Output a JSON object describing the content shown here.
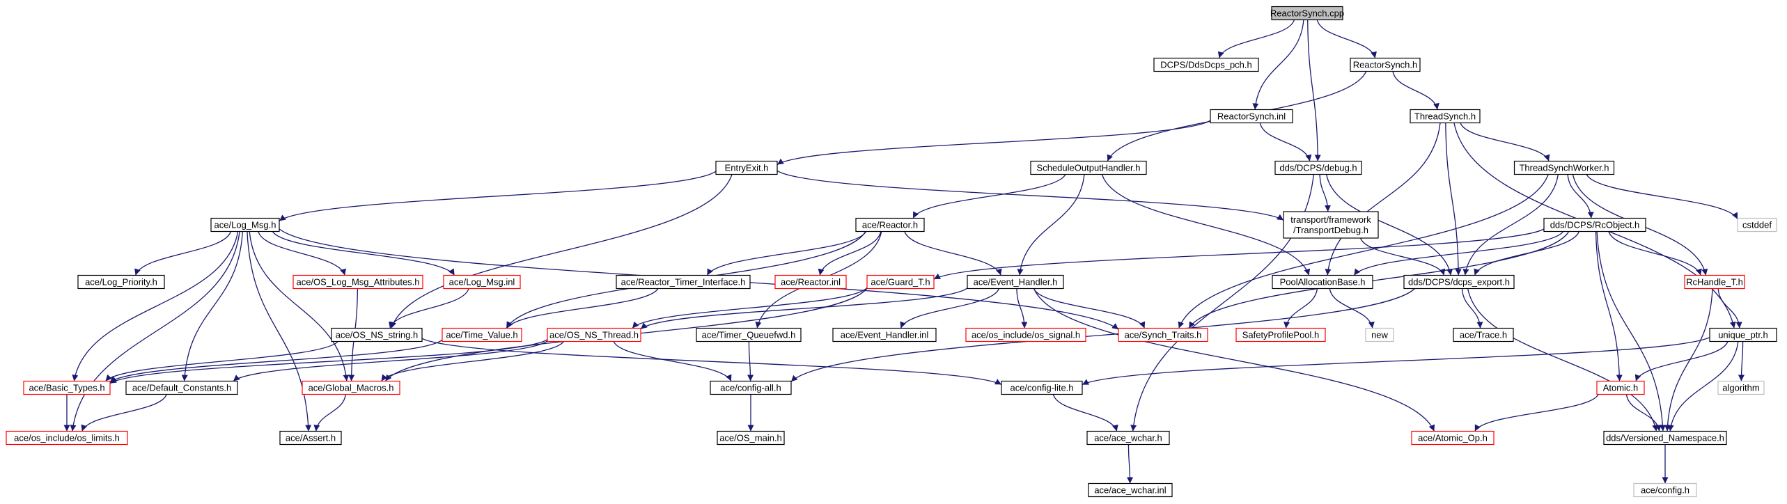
{
  "colors": {
    "edge": "#191970",
    "root_fill": "#bfbfbf",
    "documented_border": "#000000",
    "undocumented_border": "#ff0000",
    "external_border": "#bfbfbf",
    "external_text": "#7f7f7f"
  },
  "nodes": [
    {
      "id": "reactorsynch_cpp",
      "label": "ReactorSynch.cpp",
      "kind": "root"
    },
    {
      "id": "ddsdcps_pch",
      "label": "DCPS/DdsDcps_pch.h",
      "kind": "documented"
    },
    {
      "id": "reactorsynch_h",
      "label": "ReactorSynch.h",
      "kind": "documented"
    },
    {
      "id": "reactorsynch_inl",
      "label": "ReactorSynch.inl",
      "kind": "documented"
    },
    {
      "id": "threadsynch_h",
      "label": "ThreadSynch.h",
      "kind": "documented"
    },
    {
      "id": "entryexit_h",
      "label": "EntryExit.h",
      "kind": "documented"
    },
    {
      "id": "scheduleoutputhandler_h",
      "label": "ScheduleOutputHandler.h",
      "kind": "documented"
    },
    {
      "id": "debug_h",
      "label": "dds/DCPS/debug.h",
      "kind": "documented"
    },
    {
      "id": "threadsynchworker_h",
      "label": "ThreadSynchWorker.h",
      "kind": "documented"
    },
    {
      "id": "log_msg_h",
      "label": "ace/Log_Msg.h",
      "kind": "documented"
    },
    {
      "id": "reactor_h",
      "label": "ace/Reactor.h",
      "kind": "documented"
    },
    {
      "id": "transportdebug_h",
      "label": [
        "transport/framework",
        "/TransportDebug.h"
      ],
      "kind": "documented"
    },
    {
      "id": "rcobject_h",
      "label": "dds/DCPS/RcObject.h",
      "kind": "documented"
    },
    {
      "id": "cstddef",
      "label": "cstddef",
      "kind": "external"
    },
    {
      "id": "log_priority_h",
      "label": "ace/Log_Priority.h",
      "kind": "documented"
    },
    {
      "id": "os_log_msg_attributes_h",
      "label": "ace/OS_Log_Msg_Attributes.h",
      "kind": "undocumented"
    },
    {
      "id": "log_msg_inl",
      "label": "ace/Log_Msg.inl",
      "kind": "undocumented"
    },
    {
      "id": "reactor_timer_interface_h",
      "label": "ace/Reactor_Timer_Interface.h",
      "kind": "documented"
    },
    {
      "id": "reactor_inl",
      "label": "ace/Reactor.inl",
      "kind": "undocumented"
    },
    {
      "id": "guard_t_h",
      "label": "ace/Guard_T.h",
      "kind": "undocumented"
    },
    {
      "id": "event_handler_h",
      "label": "ace/Event_Handler.h",
      "kind": "documented"
    },
    {
      "id": "poolallocationbase_h",
      "label": "PoolAllocationBase.h",
      "kind": "documented"
    },
    {
      "id": "dcps_export_h",
      "label": "dds/DCPS/dcps_export.h",
      "kind": "documented"
    },
    {
      "id": "rchandle_t_h",
      "label": "RcHandle_T.h",
      "kind": "undocumented"
    },
    {
      "id": "os_ns_string_h",
      "label": "ace/OS_NS_string.h",
      "kind": "documented"
    },
    {
      "id": "time_value_h",
      "label": "ace/Time_Value.h",
      "kind": "undocumented"
    },
    {
      "id": "os_ns_thread_h",
      "label": "ace/OS_NS_Thread.h",
      "kind": "undocumented"
    },
    {
      "id": "timer_queuefwd_h",
      "label": "ace/Timer_Queuefwd.h",
      "kind": "documented"
    },
    {
      "id": "event_handler_inl",
      "label": "ace/Event_Handler.inl",
      "kind": "documented"
    },
    {
      "id": "os_signal_h",
      "label": "ace/os_include/os_signal.h",
      "kind": "undocumented"
    },
    {
      "id": "synch_traits_h",
      "label": "ace/Synch_Traits.h",
      "kind": "undocumented"
    },
    {
      "id": "safetyprofilepool_h",
      "label": "SafetyProfilePool.h",
      "kind": "undocumented"
    },
    {
      "id": "new",
      "label": "new",
      "kind": "external"
    },
    {
      "id": "trace_h",
      "label": "ace/Trace.h",
      "kind": "documented"
    },
    {
      "id": "unique_ptr_h",
      "label": "unique_ptr.h",
      "kind": "documented"
    },
    {
      "id": "basic_types_h",
      "label": "ace/Basic_Types.h",
      "kind": "undocumented"
    },
    {
      "id": "default_constants_h",
      "label": "ace/Default_Constants.h",
      "kind": "documented"
    },
    {
      "id": "global_macros_h",
      "label": "ace/Global_Macros.h",
      "kind": "undocumented"
    },
    {
      "id": "config_all_h",
      "label": "ace/config-all.h",
      "kind": "documented"
    },
    {
      "id": "config_lite_h",
      "label": "ace/config-lite.h",
      "kind": "documented"
    },
    {
      "id": "atomic_h",
      "label": "Atomic.h",
      "kind": "undocumented"
    },
    {
      "id": "algorithm",
      "label": "algorithm",
      "kind": "external"
    },
    {
      "id": "os_limits_h",
      "label": "ace/os_include/os_limits.h",
      "kind": "undocumented"
    },
    {
      "id": "assert_h",
      "label": "ace/Assert.h",
      "kind": "documented"
    },
    {
      "id": "os_main_h",
      "label": "ace/OS_main.h",
      "kind": "documented"
    },
    {
      "id": "ace_wchar_h",
      "label": "ace/ace_wchar.h",
      "kind": "documented"
    },
    {
      "id": "atomic_op_h",
      "label": "ace/Atomic_Op.h",
      "kind": "undocumented"
    },
    {
      "id": "versioned_namespace_h",
      "label": "dds/Versioned_Namespace.h",
      "kind": "documented"
    },
    {
      "id": "ace_wchar_inl",
      "label": "ace/ace_wchar.inl",
      "kind": "documented"
    },
    {
      "id": "config_h",
      "label": "ace/config.h",
      "kind": "external"
    }
  ],
  "edges": [
    [
      "reactorsynch_cpp",
      "ddsdcps_pch"
    ],
    [
      "reactorsynch_cpp",
      "reactorsynch_h"
    ],
    [
      "reactorsynch_cpp",
      "reactorsynch_inl"
    ],
    [
      "reactorsynch_cpp",
      "debug_h"
    ],
    [
      "reactorsynch_h",
      "threadsynch_h"
    ],
    [
      "reactorsynch_h",
      "scheduleoutputhandler_h"
    ],
    [
      "reactorsynch_inl",
      "entryexit_h"
    ],
    [
      "reactorsynch_inl",
      "debug_h"
    ],
    [
      "threadsynch_h",
      "threadsynchworker_h"
    ],
    [
      "threadsynch_h",
      "dcps_export_h"
    ],
    [
      "threadsynch_h",
      "unique_ptr_h"
    ],
    [
      "threadsynch_h",
      "poolallocationbase_h"
    ],
    [
      "entryexit_h",
      "log_msg_h"
    ],
    [
      "entryexit_h",
      "transportdebug_h"
    ],
    [
      "entryexit_h",
      "os_ns_string_h"
    ],
    [
      "scheduleoutputhandler_h",
      "reactor_h"
    ],
    [
      "scheduleoutputhandler_h",
      "event_handler_h"
    ],
    [
      "scheduleoutputhandler_h",
      "poolallocationbase_h"
    ],
    [
      "debug_h",
      "transportdebug_h"
    ],
    [
      "debug_h",
      "dcps_export_h"
    ],
    [
      "debug_h",
      "ace_wchar_h"
    ],
    [
      "threadsynchworker_h",
      "rcobject_h"
    ],
    [
      "threadsynchworker_h",
      "cstddef"
    ],
    [
      "threadsynchworker_h",
      "rchandle_t_h"
    ],
    [
      "threadsynchworker_h",
      "dcps_export_h"
    ],
    [
      "threadsynchworker_h",
      "synch_traits_h"
    ],
    [
      "log_msg_h",
      "log_priority_h"
    ],
    [
      "log_msg_h",
      "os_log_msg_attributes_h"
    ],
    [
      "log_msg_h",
      "log_msg_inl"
    ],
    [
      "log_msg_h",
      "synch_traits_h"
    ],
    [
      "log_msg_h",
      "basic_types_h"
    ],
    [
      "log_msg_h",
      "default_constants_h"
    ],
    [
      "log_msg_h",
      "global_macros_h"
    ],
    [
      "log_msg_h",
      "os_limits_h"
    ],
    [
      "log_msg_h",
      "assert_h"
    ],
    [
      "reactor_h",
      "reactor_timer_interface_h"
    ],
    [
      "reactor_h",
      "reactor_inl"
    ],
    [
      "reactor_h",
      "event_handler_h"
    ],
    [
      "reactor_h",
      "time_value_h"
    ],
    [
      "reactor_h",
      "timer_queuefwd_h"
    ],
    [
      "transportdebug_h",
      "dcps_export_h"
    ],
    [
      "rcobject_h",
      "guard_t_h"
    ],
    [
      "rcobject_h",
      "poolallocationbase_h"
    ],
    [
      "rcobject_h",
      "dcps_export_h"
    ],
    [
      "rcobject_h",
      "rchandle_t_h"
    ],
    [
      "rcobject_h",
      "synch_traits_h"
    ],
    [
      "rcobject_h",
      "atomic_h"
    ],
    [
      "rcobject_h",
      "versioned_namespace_h"
    ],
    [
      "os_log_msg_attributes_h",
      "global_macros_h"
    ],
    [
      "log_msg_inl",
      "os_ns_string_h"
    ],
    [
      "reactor_timer_interface_h",
      "time_value_h"
    ],
    [
      "guard_t_h",
      "os_ns_thread_h"
    ],
    [
      "guard_t_h",
      "global_macros_h"
    ],
    [
      "event_handler_h",
      "os_signal_h"
    ],
    [
      "event_handler_h",
      "synch_traits_h"
    ],
    [
      "event_handler_h",
      "event_handler_inl"
    ],
    [
      "event_handler_h",
      "atomic_op_h"
    ],
    [
      "event_handler_h",
      "os_ns_thread_h"
    ],
    [
      "poolallocationbase_h",
      "safetyprofilepool_h"
    ],
    [
      "poolallocationbase_h",
      "new"
    ],
    [
      "dcps_export_h",
      "trace_h"
    ],
    [
      "dcps_export_h",
      "config_all_h"
    ],
    [
      "dcps_export_h",
      "versioned_namespace_h"
    ],
    [
      "rchandle_t_h",
      "unique_ptr_h"
    ],
    [
      "rchandle_t_h",
      "versioned_namespace_h"
    ],
    [
      "os_ns_string_h",
      "basic_types_h"
    ],
    [
      "os_ns_string_h",
      "config_lite_h"
    ],
    [
      "time_value_h",
      "basic_types_h"
    ],
    [
      "os_ns_thread_h",
      "basic_types_h"
    ],
    [
      "os_ns_thread_h",
      "default_constants_h"
    ],
    [
      "os_ns_thread_h",
      "global_macros_h"
    ],
    [
      "os_ns_thread_h",
      "config_all_h"
    ],
    [
      "timer_queuefwd_h",
      "config_all_h"
    ],
    [
      "unique_ptr_h",
      "atomic_h"
    ],
    [
      "unique_ptr_h",
      "algorithm"
    ],
    [
      "unique_ptr_h",
      "versioned_namespace_h"
    ],
    [
      "unique_ptr_h",
      "config_lite_h"
    ],
    [
      "basic_types_h",
      "os_limits_h"
    ],
    [
      "default_constants_h",
      "os_limits_h"
    ],
    [
      "global_macros_h",
      "assert_h"
    ],
    [
      "config_all_h",
      "os_main_h"
    ],
    [
      "config_lite_h",
      "ace_wchar_h"
    ],
    [
      "atomic_h",
      "atomic_op_h"
    ],
    [
      "atomic_h",
      "versioned_namespace_h"
    ],
    [
      "ace_wchar_h",
      "ace_wchar_inl"
    ],
    [
      "versioned_namespace_h",
      "config_h"
    ]
  ]
}
